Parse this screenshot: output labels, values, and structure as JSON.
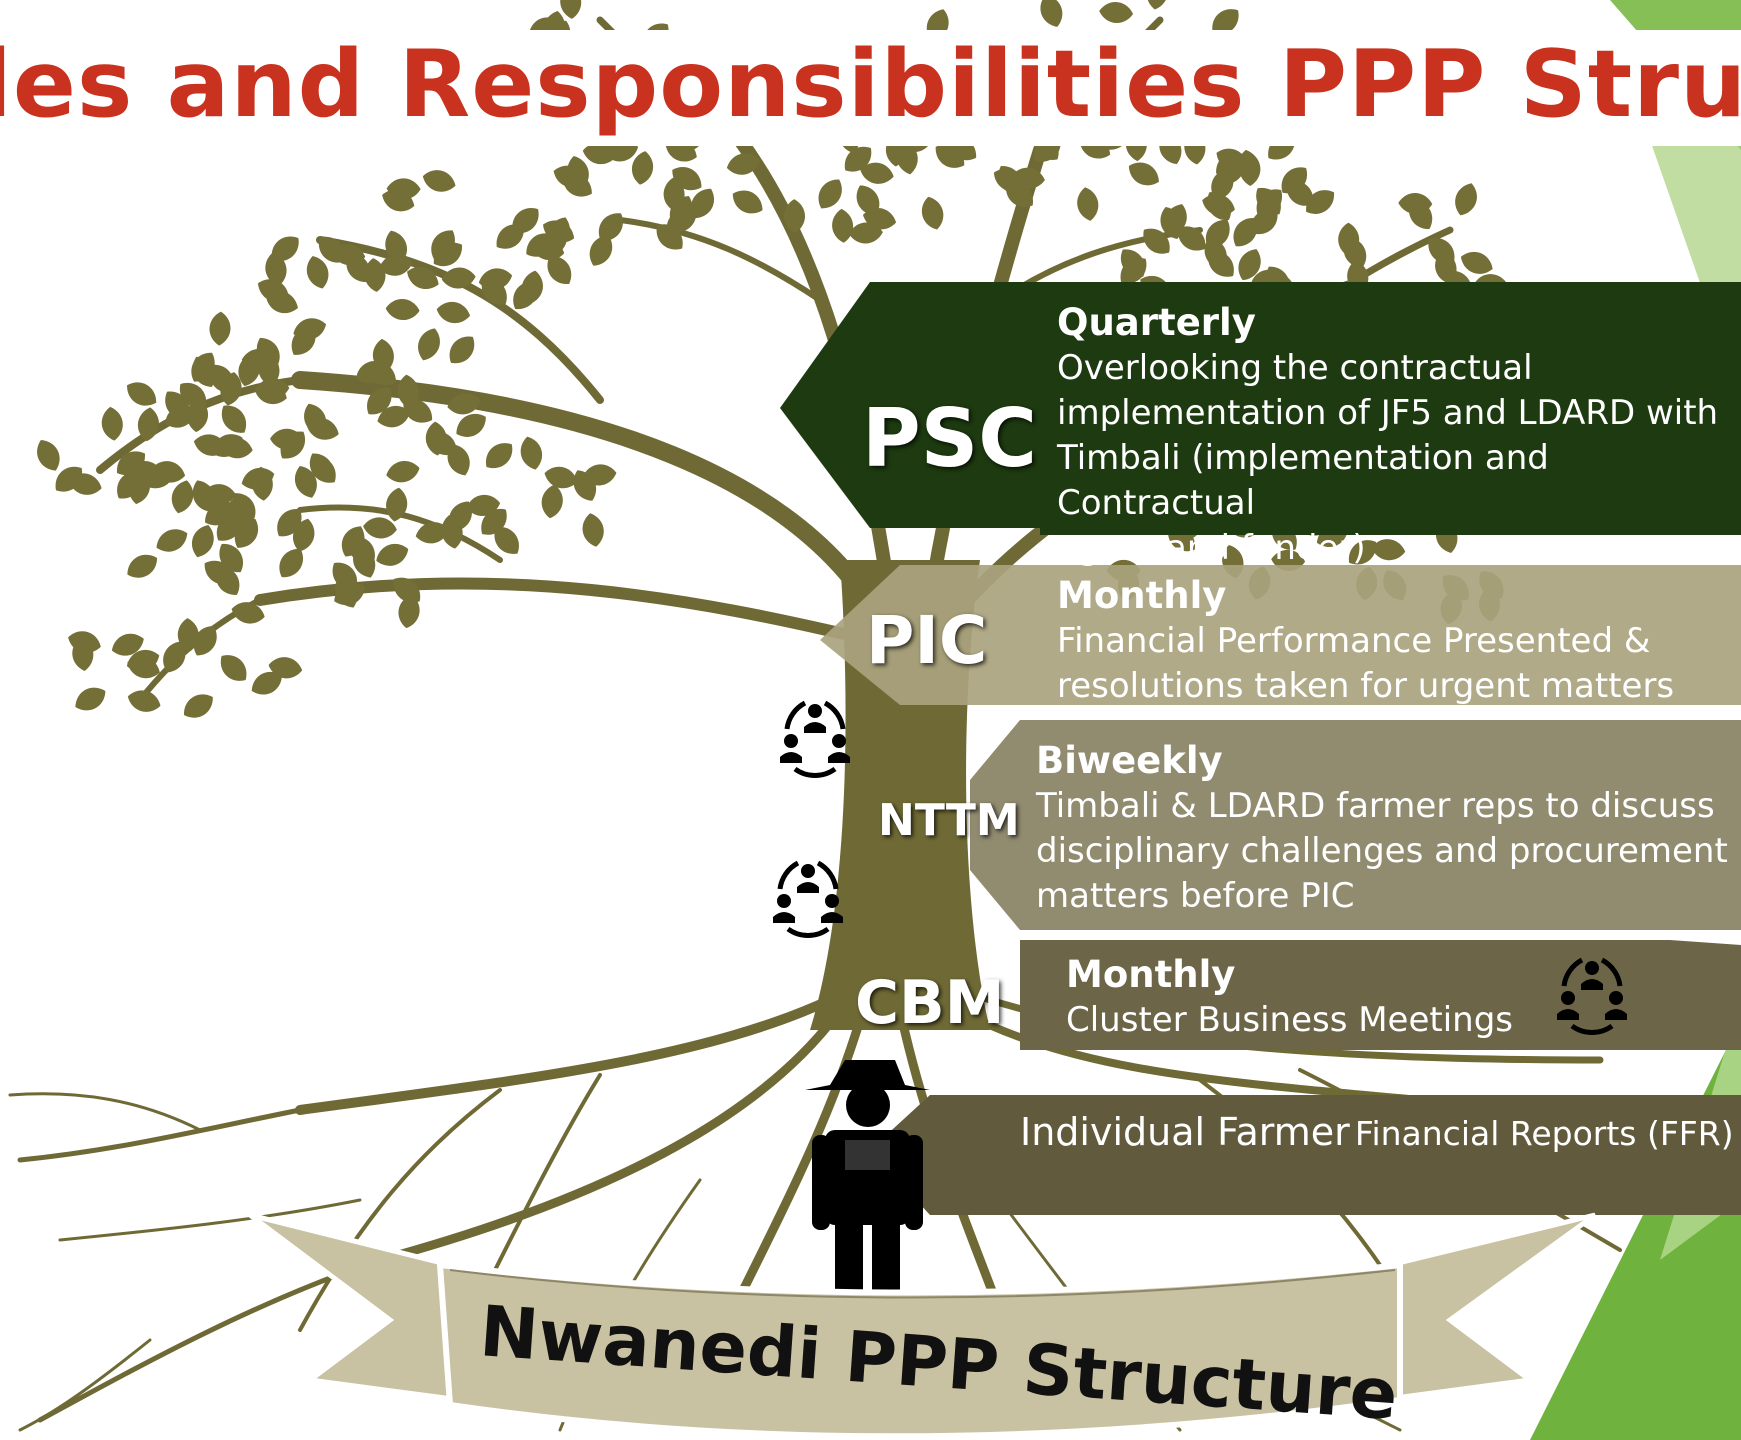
{
  "title": "les and Responsibilities PPP Structur",
  "banner": "Nwanedi PPP Structure",
  "levels": [
    {
      "code": "PSC",
      "frequency": "Quarterly",
      "description": [
        "Overlooking the contractual",
        "implementation of JF5 and LDARD with",
        "Timbali (implementation and Contractual",
        "agent and funder)"
      ]
    },
    {
      "code": "PIC",
      "frequency": "Monthly",
      "description": [
        "Financial Performance Presented &",
        "resolutions taken for urgent matters"
      ]
    },
    {
      "code": "NTTM",
      "frequency": "Biweekly",
      "description": [
        "Timbali & LDARD farmer reps to discuss",
        "disciplinary challenges and procurement",
        "matters before PIC"
      ]
    },
    {
      "code": "CBM",
      "frequency": "Monthly",
      "description": [
        "Cluster Business Meetings"
      ]
    }
  ],
  "farmer_report": {
    "part1": "Individual Farmer",
    "part2": "Financial Reports (FFR)"
  },
  "colors": {
    "title": "#c8321e",
    "psc_band": "#1d3a10",
    "pic_band": "#a9a37e",
    "nttm_band": "#8b8568",
    "cbm_band": "#6d6548",
    "ffr_band": "#625a3c",
    "tree": "#6f6a35",
    "leaf": "#746e37",
    "banner_fill": "#c9c2a2",
    "accent_green": "#78b843"
  },
  "icons": [
    "group-meeting-icon",
    "group-meeting-icon",
    "group-meeting-icon",
    "farmer-icon"
  ]
}
